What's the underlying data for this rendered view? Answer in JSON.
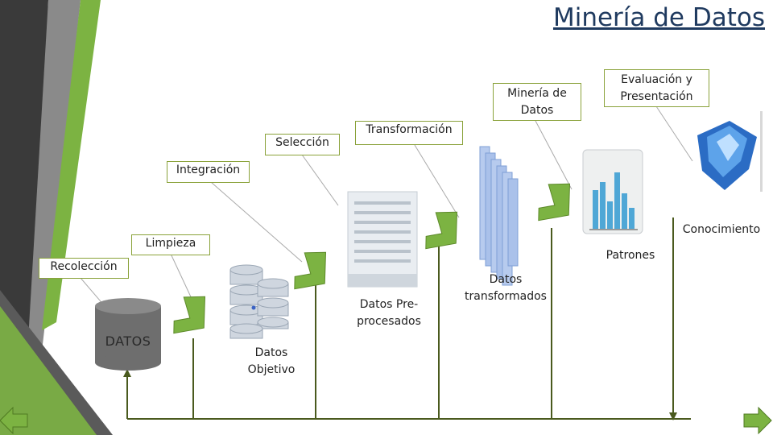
{
  "title": "Minería de Datos",
  "steps": {
    "recoleccion": "Recolección",
    "limpieza": "Limpieza",
    "integracion": "Integración",
    "seleccion": "Selección",
    "transformacion": "Transformación",
    "mineria": "Minería de Datos",
    "evaluacion": "Evaluación y Presentación"
  },
  "artifacts": {
    "datos_cylinder": "DATOS",
    "datos_objetivo": "Datos Objetivo",
    "datos_preprocesados": "Datos Pre- procesados",
    "datos_transformados": "Datos transformados",
    "patrones": "Patrones",
    "conocimiento": "Conocimiento"
  },
  "icons": [
    "database-stack-icon",
    "spreadsheet-icon",
    "stacked-pages-icon",
    "bar-chart-icon",
    "diamond-icon",
    "green-arrow-icon"
  ],
  "colors": {
    "title": "#1f3a5f",
    "green_arrow": "#7cb342",
    "box_border": "#8aa23a",
    "baseline": "#4a5a1e",
    "bar_chart": "#4fa7d6",
    "diamond": "#2b6cc4"
  }
}
